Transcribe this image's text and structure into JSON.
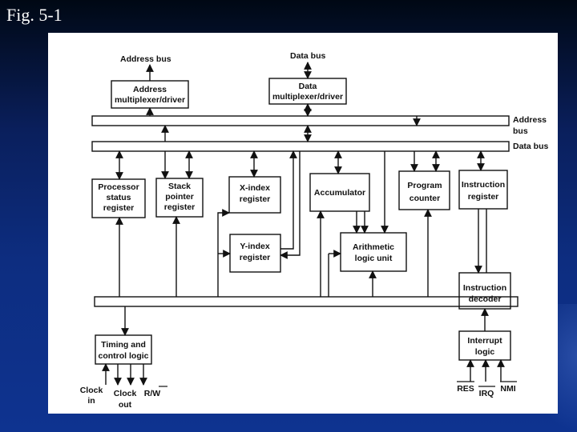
{
  "slide": {
    "title": "Fig. 5-1"
  },
  "diagram": {
    "labels": {
      "address_bus_top": "Address bus",
      "data_bus_top": "Data bus",
      "address_bus_side_1": "Address",
      "address_bus_side_2": "bus",
      "data_bus_side": "Data bus",
      "clock_in_1": "Clock",
      "clock_in_2": "in",
      "clock_out_1": "Clock",
      "clock_out_2": "out",
      "rw": "R/W",
      "res": "RES",
      "irq": "IRQ",
      "nmi": "NMI"
    },
    "blocks": {
      "address_mux": [
        "Address",
        "multiplexer/driver"
      ],
      "data_mux": [
        "Data",
        "multiplexer/driver"
      ],
      "processor_status": [
        "Processor",
        "status",
        "register"
      ],
      "stack_pointer": [
        "Stack",
        "pointer",
        "register"
      ],
      "x_index": [
        "X-index",
        "register"
      ],
      "y_index": [
        "Y-index",
        "register"
      ],
      "accumulator": [
        "Accumulator"
      ],
      "alu": [
        "Arithmetic",
        "logic unit"
      ],
      "program_counter": [
        "Program",
        "counter"
      ],
      "instruction_register": [
        "Instruction",
        "register"
      ],
      "instruction_decoder": [
        "Instruction",
        "decoder"
      ],
      "timing_control": [
        "Timing and",
        "control logic"
      ],
      "interrupt_logic": [
        "Interrupt",
        "logic"
      ]
    },
    "colors": {
      "line": "#111111",
      "background": "#ffffff"
    }
  }
}
